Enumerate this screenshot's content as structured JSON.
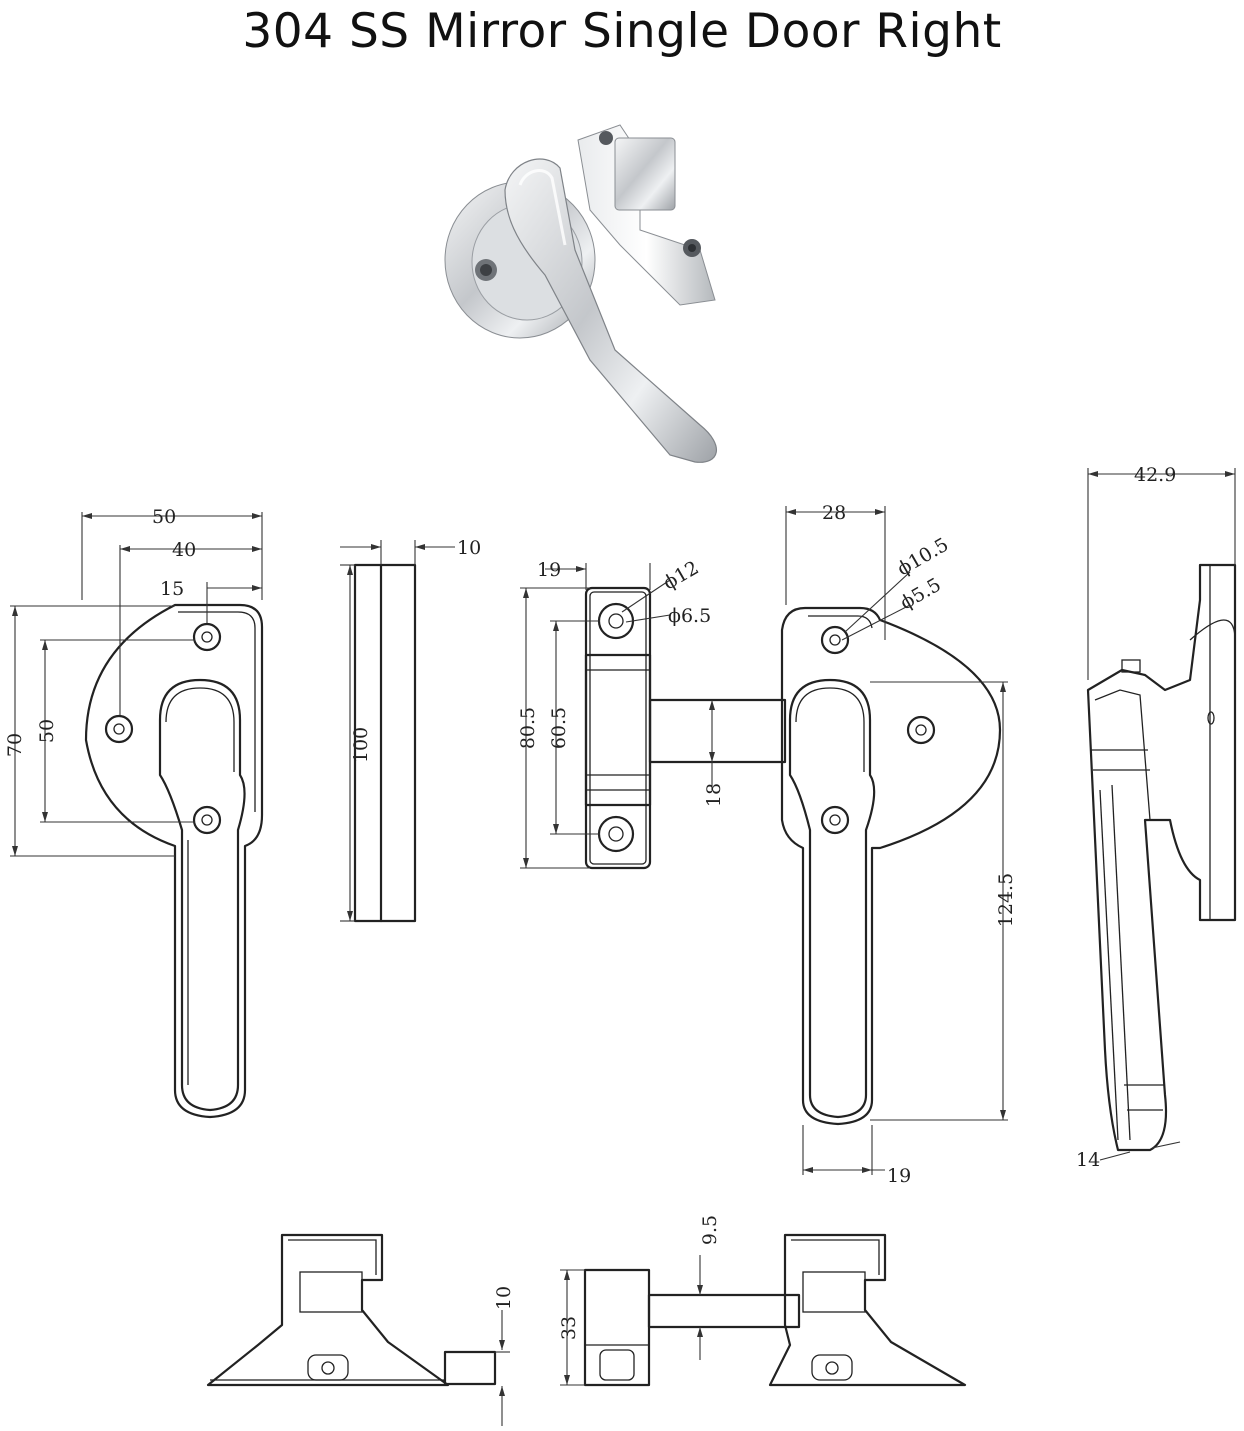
{
  "title": "304 SS Mirror Single Door Right",
  "product_photo": "chrome-door-latch-handle",
  "colors": {
    "line": "#222222",
    "background": "#ffffff",
    "chrome": "#cfd2d6"
  },
  "dims": {
    "front": {
      "w50": "50",
      "w40": "40",
      "w15": "15",
      "h70": "70",
      "h50": "50"
    },
    "side": {
      "h100": "100",
      "t10": "10"
    },
    "keeper": {
      "w19": "19",
      "d12": "ϕ12",
      "d65": "ϕ6.5",
      "h805": "80.5",
      "h605": "60.5",
      "b18": "18"
    },
    "handle": {
      "w28": "28",
      "d105": "ϕ10.5",
      "d55": "ϕ5.5",
      "h1245": "124.5",
      "w19": "19"
    },
    "profile": {
      "w429": "42.9",
      "t14": "14"
    },
    "bottom": {
      "h95": "9.5",
      "h10": "10",
      "h33": "33"
    }
  }
}
